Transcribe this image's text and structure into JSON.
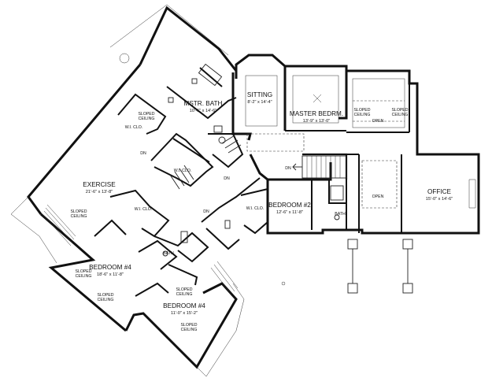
{
  "rooms": {
    "mstr_bath": {
      "name": "MSTR. BATH",
      "dims": "10'-6\" x 14'-6\""
    },
    "sitting": {
      "name": "SITTING",
      "dims": "8'-2\" x 14'-4\""
    },
    "master_bedrm": {
      "name": "MASTER BEDRM.",
      "dims": "13'-9\" x 13'-0\""
    },
    "exercise": {
      "name": "EXERCISE",
      "dims": "21'-6\" x 13'-8\""
    },
    "bedroom_2": {
      "name": "BEDROOM #2",
      "dims": "12'-6\" x 11'-8\""
    },
    "office": {
      "name": "OFFICE",
      "dims": "15'-0\" x 14'-6\""
    },
    "bedroom_4a": {
      "name": "BEDROOM #4",
      "dims": "18'-6\" x 11'-8\""
    },
    "bedroom_4b": {
      "name": "BEDROOM #4",
      "dims": "11'-0\" x 15'-2\""
    }
  },
  "labels": {
    "wi_clo": "W.I. CLO.",
    "bath": "BATH",
    "dn": "DN",
    "open": "OPEN",
    "sloped": "SLOPED",
    "ceiling": "CEILING"
  }
}
